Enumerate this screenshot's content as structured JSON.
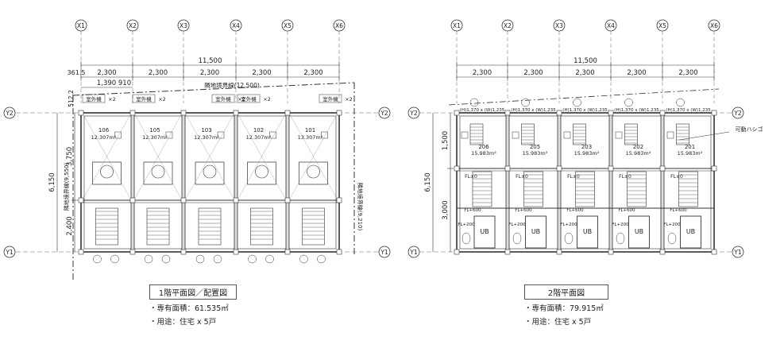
{
  "grid_labels": [
    "X1",
    "X2",
    "X3",
    "X4",
    "X5",
    "X6"
  ],
  "row_labels": {
    "top": "Y2",
    "bottom": "Y1"
  },
  "plan1": {
    "total_width": "11,500",
    "spans": [
      "2,300",
      "2,300",
      "2,300",
      "2,300",
      "2,300"
    ],
    "offset": "361.5",
    "sub_spans": [
      "1,390",
      "910"
    ],
    "boundary": "隣地境界線(12,500)",
    "left_boundary": "隣地境界線(9,550)",
    "right_boundary": "隣地境界線(9,210)",
    "top_margin": "512.2",
    "v_total": "6,150",
    "v_upper": "3,750",
    "v_lower": "2,400",
    "outdoor_unit": "室外機",
    "x2": "×2",
    "rooms": [
      {
        "no": "106",
        "area": "12.307m²"
      },
      {
        "no": "105",
        "area": "12.307m²"
      },
      {
        "no": "103",
        "area": "12.307m²"
      },
      {
        "no": "102",
        "area": "12.307m²"
      },
      {
        "no": "101",
        "area": "13.307m²"
      }
    ],
    "caption": {
      "title": "1階平面図／配置図",
      "area": "・専有面積：61.535㎡",
      "use": "・用途：住宅 x 5戸"
    }
  },
  "plan2": {
    "total_width": "11,500",
    "spans": [
      "2,300",
      "2,300",
      "2,300",
      "2,300",
      "2,300"
    ],
    "window_spec": "(H)1,370 x (W)1,235",
    "ladder": "可動ハシゴ",
    "v_total": "6,150",
    "v_upper": "1,500",
    "v_lower": "3,000",
    "rooms": [
      {
        "no": "206",
        "area": "15.983m²"
      },
      {
        "no": "205",
        "area": "15.983m²"
      },
      {
        "no": "203",
        "area": "15.983m²"
      },
      {
        "no": "202",
        "area": "15.983m²"
      },
      {
        "no": "201",
        "area": "15.983m²"
      }
    ],
    "fl_labels": [
      "FL±0",
      "FL+200",
      "FL+600",
      "UB"
    ],
    "caption": {
      "title": "2階平面図",
      "area": "・専有面積：79.915㎡",
      "use": "・用途：住宅 x 5戸"
    }
  }
}
